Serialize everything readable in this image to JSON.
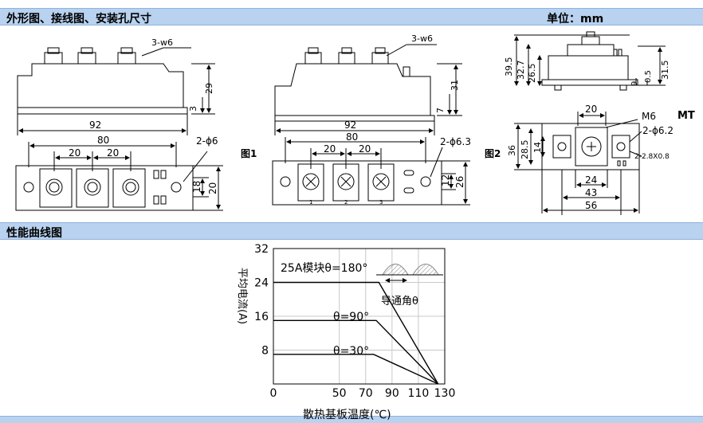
{
  "header": {
    "title": "外形图、接线图、安装孔尺寸",
    "unit": "单位：mm"
  },
  "section2": {
    "title": "性能曲线图"
  },
  "fig1": {
    "label": "图1",
    "side": {
      "callout": "3-w6",
      "height": "29",
      "base": "3",
      "width_total": "92"
    },
    "top": {
      "pitch_a": "80",
      "pitch_b1": "20",
      "pitch_b2": "20",
      "hole": "2-ϕ6",
      "h1": "18",
      "h2": "20"
    }
  },
  "fig_mid": {
    "side": {
      "callout": "3-w6",
      "height": "31",
      "base": "7",
      "width_total": "92"
    },
    "top": {
      "pitch_a": "80",
      "pitch_b1": "20",
      "pitch_b2": "20",
      "hole": "2-ϕ6.3",
      "h1": "12",
      "h2": "26",
      "t1": "1",
      "t2": "2",
      "t3": "3"
    }
  },
  "fig2": {
    "label": "图2",
    "model": "MT",
    "side": {
      "d1": "39.5",
      "d2": "32.7",
      "d3": "26.5",
      "d4": "9",
      "d5": "0.5",
      "d6": "31.5"
    },
    "top": {
      "w_top": "20",
      "screw": "M6",
      "hole": "2-ϕ6.2",
      "tab": "2-2.8X0.8",
      "d_left1": "36",
      "d_left2": "28.5",
      "d_left3": "14",
      "w1": "24",
      "w2": "43",
      "w3": "56"
    }
  },
  "chart_data": {
    "type": "line",
    "ylabel": "平均电流(A)",
    "xlabel": "散热基板温度(℃)",
    "xlim": [
      0,
      130
    ],
    "ylim": [
      0,
      32
    ],
    "x_ticks": [
      "0",
      "50",
      "70",
      "90",
      "110",
      "130"
    ],
    "y_ticks": [
      "8",
      "16",
      "24",
      "32"
    ],
    "grid": true,
    "legend_note": "导通角θ",
    "annotations": [
      "25A模块θ=180°",
      "θ=90°",
      "θ=30°"
    ],
    "series": [
      {
        "values": [
          [
            0,
            24
          ],
          [
            80,
            24
          ],
          [
            125,
            0
          ]
        ]
      },
      {
        "values": [
          [
            0,
            15
          ],
          [
            78,
            15
          ],
          [
            125,
            0
          ]
        ]
      },
      {
        "values": [
          [
            0,
            7
          ],
          [
            76,
            7
          ],
          [
            125,
            0
          ]
        ]
      }
    ]
  }
}
